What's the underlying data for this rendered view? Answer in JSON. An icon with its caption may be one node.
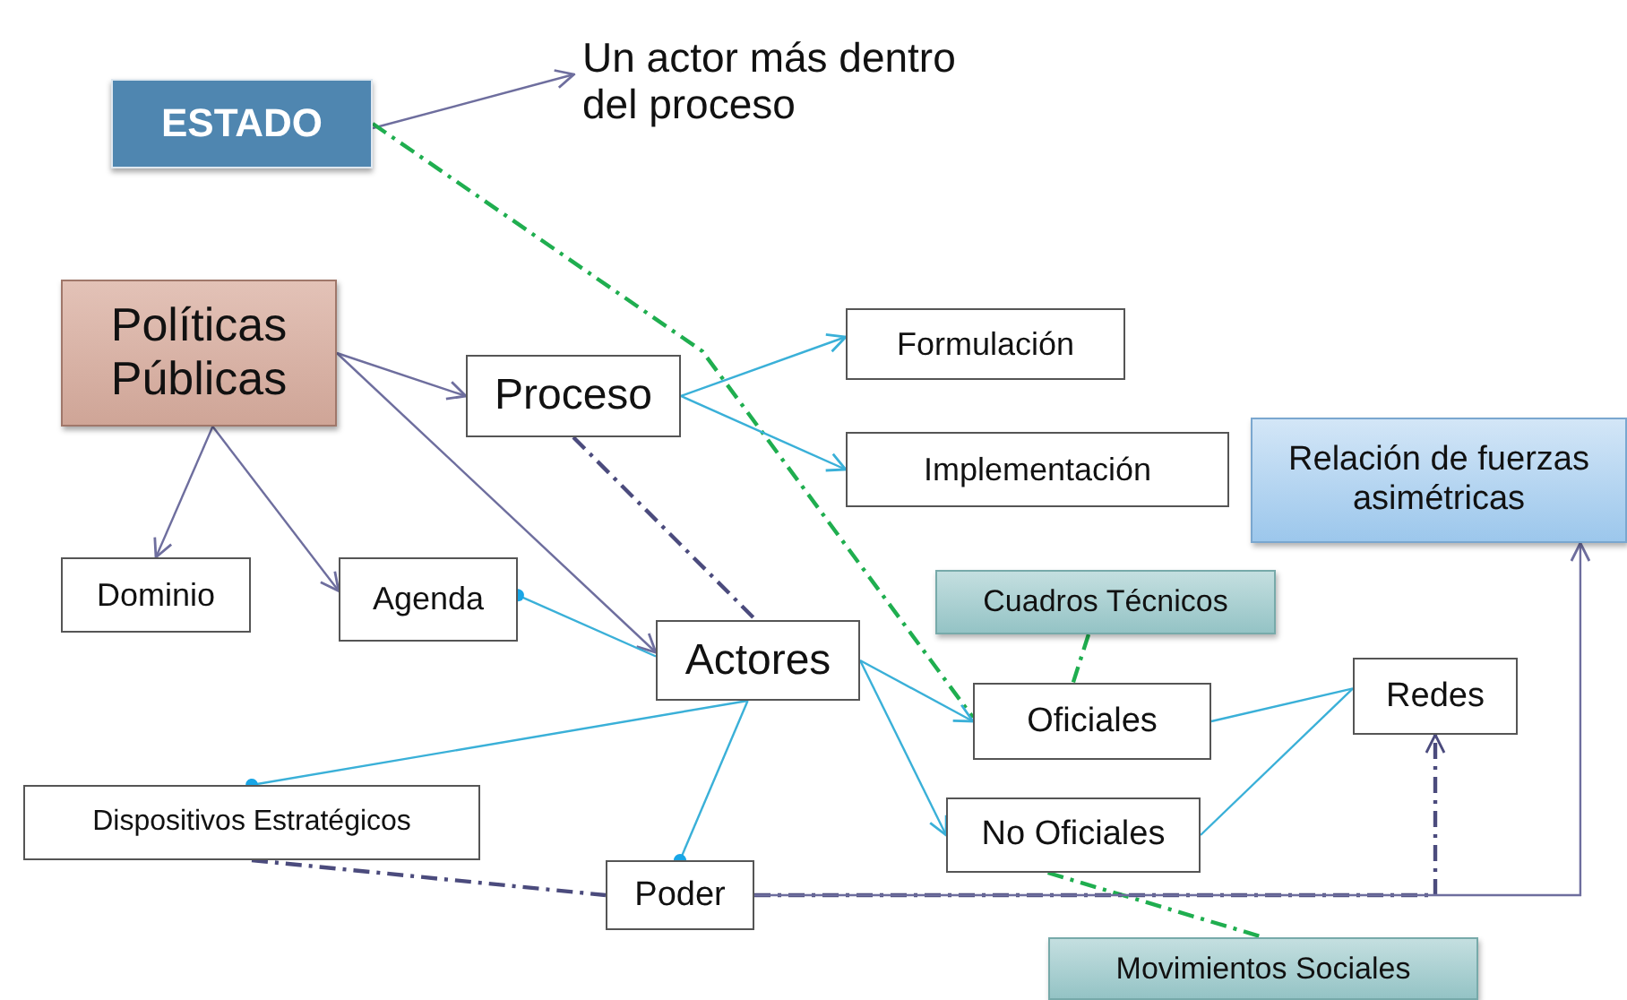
{
  "diagram": {
    "nodes": [
      {
        "text": [
          "ESTADO"
        ]
      },
      {
        "text": [
          "Un actor más dentro del proceso"
        ]
      },
      {
        "text": [
          "Políticas Públicas"
        ]
      },
      {
        "text": [
          "Proceso"
        ]
      },
      {
        "text": [
          "Formulación"
        ]
      },
      {
        "text": [
          "Implementación"
        ]
      },
      {
        "text": [
          "Relación de fuerzas asimétricas"
        ]
      },
      {
        "text": [
          "Dominio"
        ]
      },
      {
        "text": [
          "Agenda"
        ]
      },
      {
        "text": [
          "Actores"
        ]
      },
      {
        "text": [
          "Cuadros Técnicos"
        ]
      },
      {
        "text": [
          "Oficiales"
        ]
      },
      {
        "text": [
          "Redes"
        ]
      },
      {
        "text": [
          "Dispositivos Estratégicos"
        ]
      },
      {
        "text": [
          "No Oficiales"
        ]
      },
      {
        "text": [
          "Poder"
        ]
      },
      {
        "text": [
          "Movimientos Sociales"
        ]
      }
    ],
    "edges": [
      {
        "from": 0,
        "to": 1,
        "arrow": "to",
        "color": "#6e6e9e"
      },
      {
        "from": 0,
        "to": 11,
        "arrow": "none",
        "style": "dashed",
        "color": "#1fae4f"
      },
      {
        "from": 2,
        "to": 3,
        "arrow": "to",
        "color": "#6e6e9e"
      },
      {
        "from": 2,
        "to": 9,
        "arrow": "to",
        "color": "#6e6e9e"
      },
      {
        "from": 2,
        "to": 7,
        "arrow": "to",
        "color": "#6e6e9e"
      },
      {
        "from": 2,
        "to": 8,
        "arrow": "to",
        "color": "#6e6e9e"
      },
      {
        "from": 3,
        "to": 4,
        "arrow": "to"
      },
      {
        "from": 3,
        "to": 5,
        "arrow": "to"
      },
      {
        "from": 3,
        "to": 9,
        "arrow": "none",
        "style": "dashed",
        "color": "#4b4b7d"
      },
      {
        "from": 9,
        "to": 8,
        "arrow": "other"
      },
      {
        "from": 9,
        "to": 13,
        "arrow": "other"
      },
      {
        "from": 9,
        "to": 15,
        "arrow": "other"
      },
      {
        "from": 9,
        "to": 11,
        "arrow": "to"
      },
      {
        "from": 9,
        "to": 14,
        "arrow": "to"
      },
      {
        "from": 11,
        "to": 12,
        "arrow": "none"
      },
      {
        "from": 14,
        "to": 12,
        "arrow": "none"
      },
      {
        "from": 10,
        "to": 11,
        "arrow": "none",
        "style": "dashed",
        "color": "#1fae4f"
      },
      {
        "from": 14,
        "to": 16,
        "arrow": "none",
        "style": "dashed",
        "color": "#1fae4f"
      },
      {
        "from": 13,
        "to": 15,
        "arrow": "none",
        "style": "dashed",
        "color": "#4b4b7d"
      },
      {
        "from": 15,
        "to": 12,
        "arrow": "to",
        "style": "dashed",
        "color": "#4b4b7d"
      },
      {
        "from": 15,
        "to": 6,
        "arrow": "to",
        "color": "#6e6e9e"
      }
    ]
  }
}
